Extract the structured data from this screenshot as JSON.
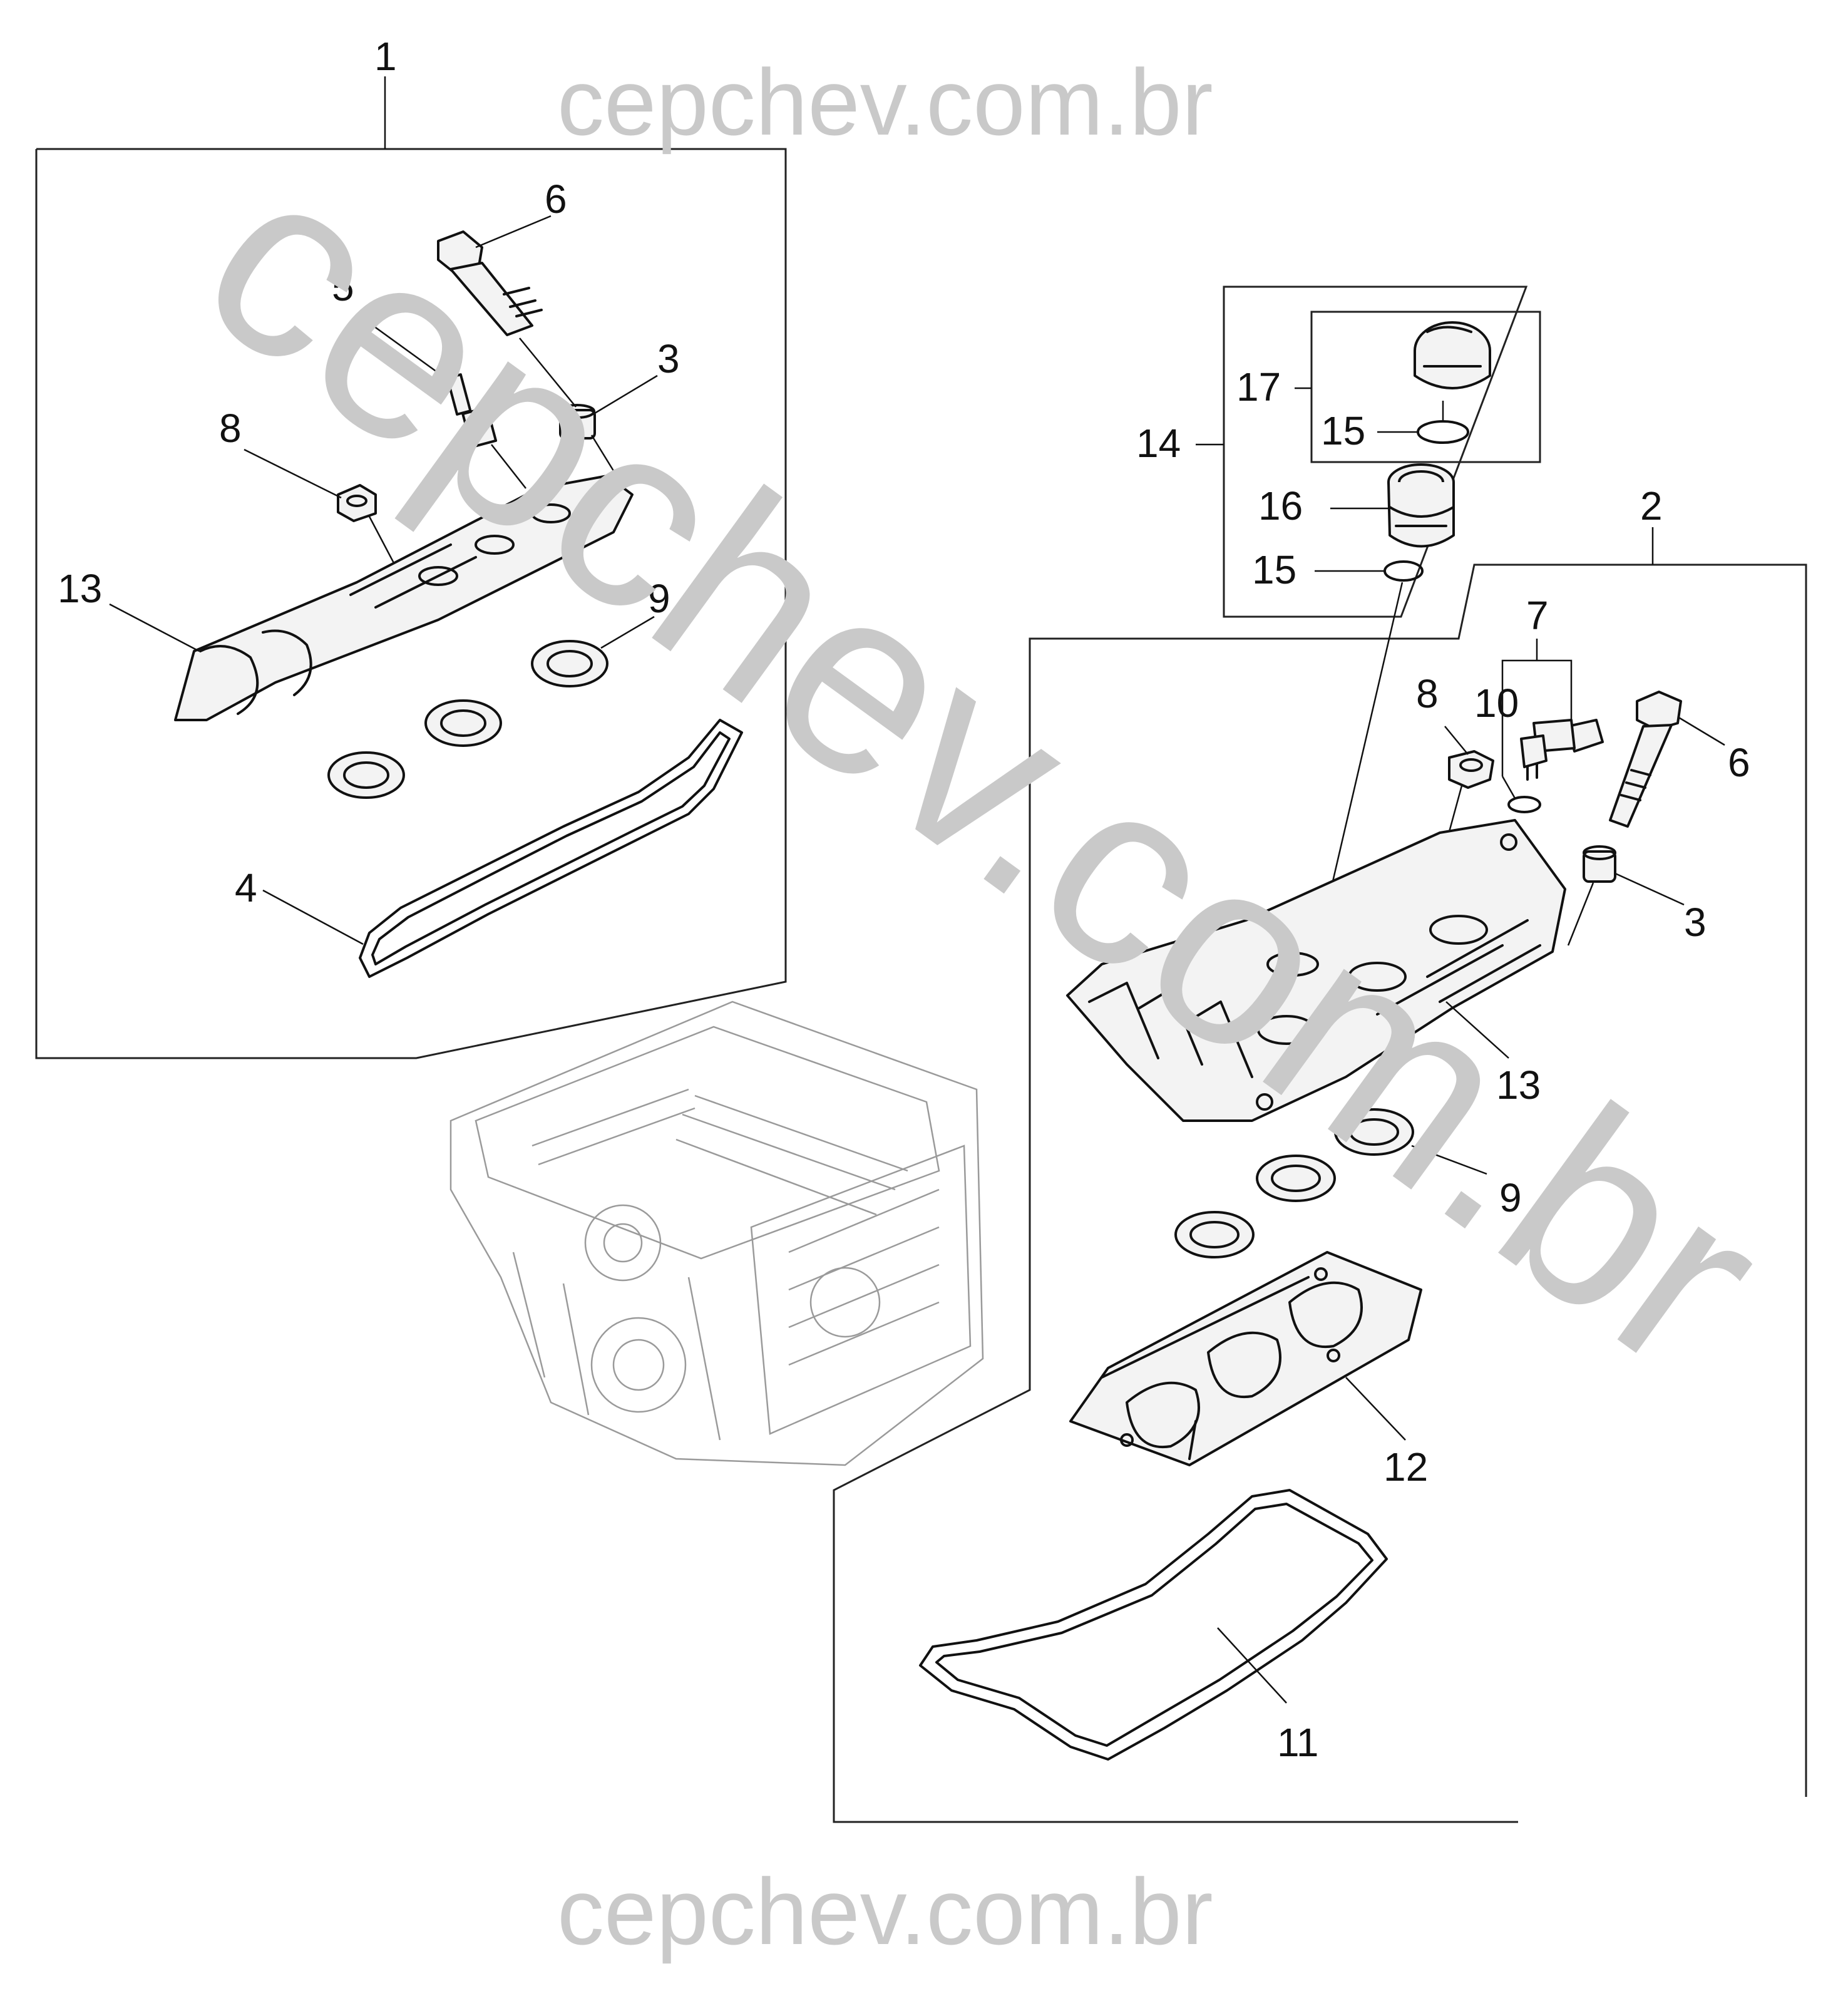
{
  "watermark": {
    "top": "cepchev.com.br",
    "bottom": "cepchev.com.br",
    "diagonal": "cepchev.com.br",
    "color": "#c9c9c9"
  },
  "callouts": {
    "left_group": "1",
    "right_group": "2",
    "left": {
      "bolt": "6",
      "stud": "5",
      "grommet": "3",
      "nut": "8",
      "cover": "13",
      "seal": "9",
      "gasket": "4"
    },
    "right": {
      "filler_assembly": "14",
      "cap_kit": "17",
      "cap_oring": "15",
      "filler_neck": "16",
      "neck_oring": "15",
      "sensor": "7",
      "sensor_oring": "10",
      "nut": "8",
      "bolt": "6",
      "grommet": "3",
      "cover": "13",
      "seal": "9",
      "baffle": "12",
      "gasket": "11"
    }
  }
}
